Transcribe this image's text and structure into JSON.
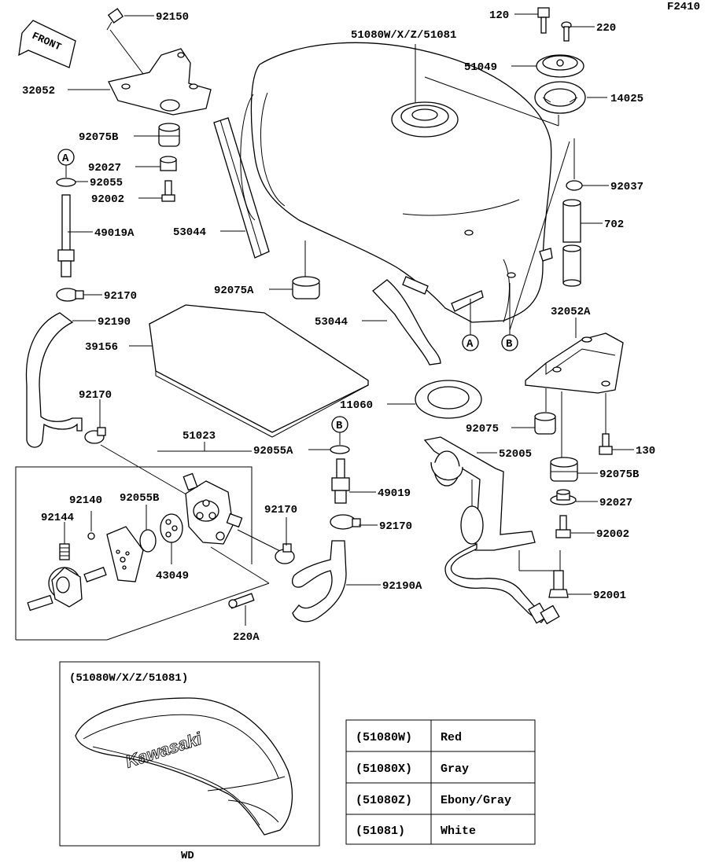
{
  "figure_code": "F2410",
  "front_label": "FRONT",
  "callouts": {
    "p92150": "92150",
    "p32052": "32052",
    "p92075B_l": "92075B",
    "circA_left": "A",
    "p92027_l": "92027",
    "p92055": "92055",
    "p92002_l": "92002",
    "p49019A": "49019A",
    "p92170_a": "92170",
    "p92190": "92190",
    "p39156": "39156",
    "p92170_b": "92170",
    "p51023": "51023",
    "p92140": "92140",
    "p92055B": "92055B",
    "p92144": "92144",
    "p43049": "43049",
    "p220A": "220A",
    "p53044_a": "53044",
    "p92075A": "92075A",
    "p53044_b": "53044",
    "p51080": "51080W/X/Z/51081",
    "p120": "120",
    "p220": "220",
    "p51049": "51049",
    "p14025": "14025",
    "p92037": "92037",
    "p702": "702",
    "p32052A": "32052A",
    "circA_tank": "A",
    "circB_tank": "B",
    "p11060": "11060",
    "circB_mid": "B",
    "p92055A": "92055A",
    "p49019": "49019",
    "p92170_c": "92170",
    "p92170_d": "92170",
    "p92190A": "92190A",
    "p52005": "52005",
    "p92075": "92075",
    "p130": "130",
    "p92075B_r": "92075B",
    "p92027_r": "92027",
    "p92002_r": "92002",
    "p92001": "92001"
  },
  "inset": {
    "title": "(51080W/X/Z/51081)",
    "brand": "Kawasaki",
    "caption": "WD"
  },
  "color_table": {
    "rows": [
      {
        "code": "(51080W)",
        "color": "Red"
      },
      {
        "code": "(51080X)",
        "color": "Gray"
      },
      {
        "code": "(51080Z)",
        "color": "Ebony/Gray"
      },
      {
        "code": "(51081)",
        "color": "White"
      }
    ]
  }
}
